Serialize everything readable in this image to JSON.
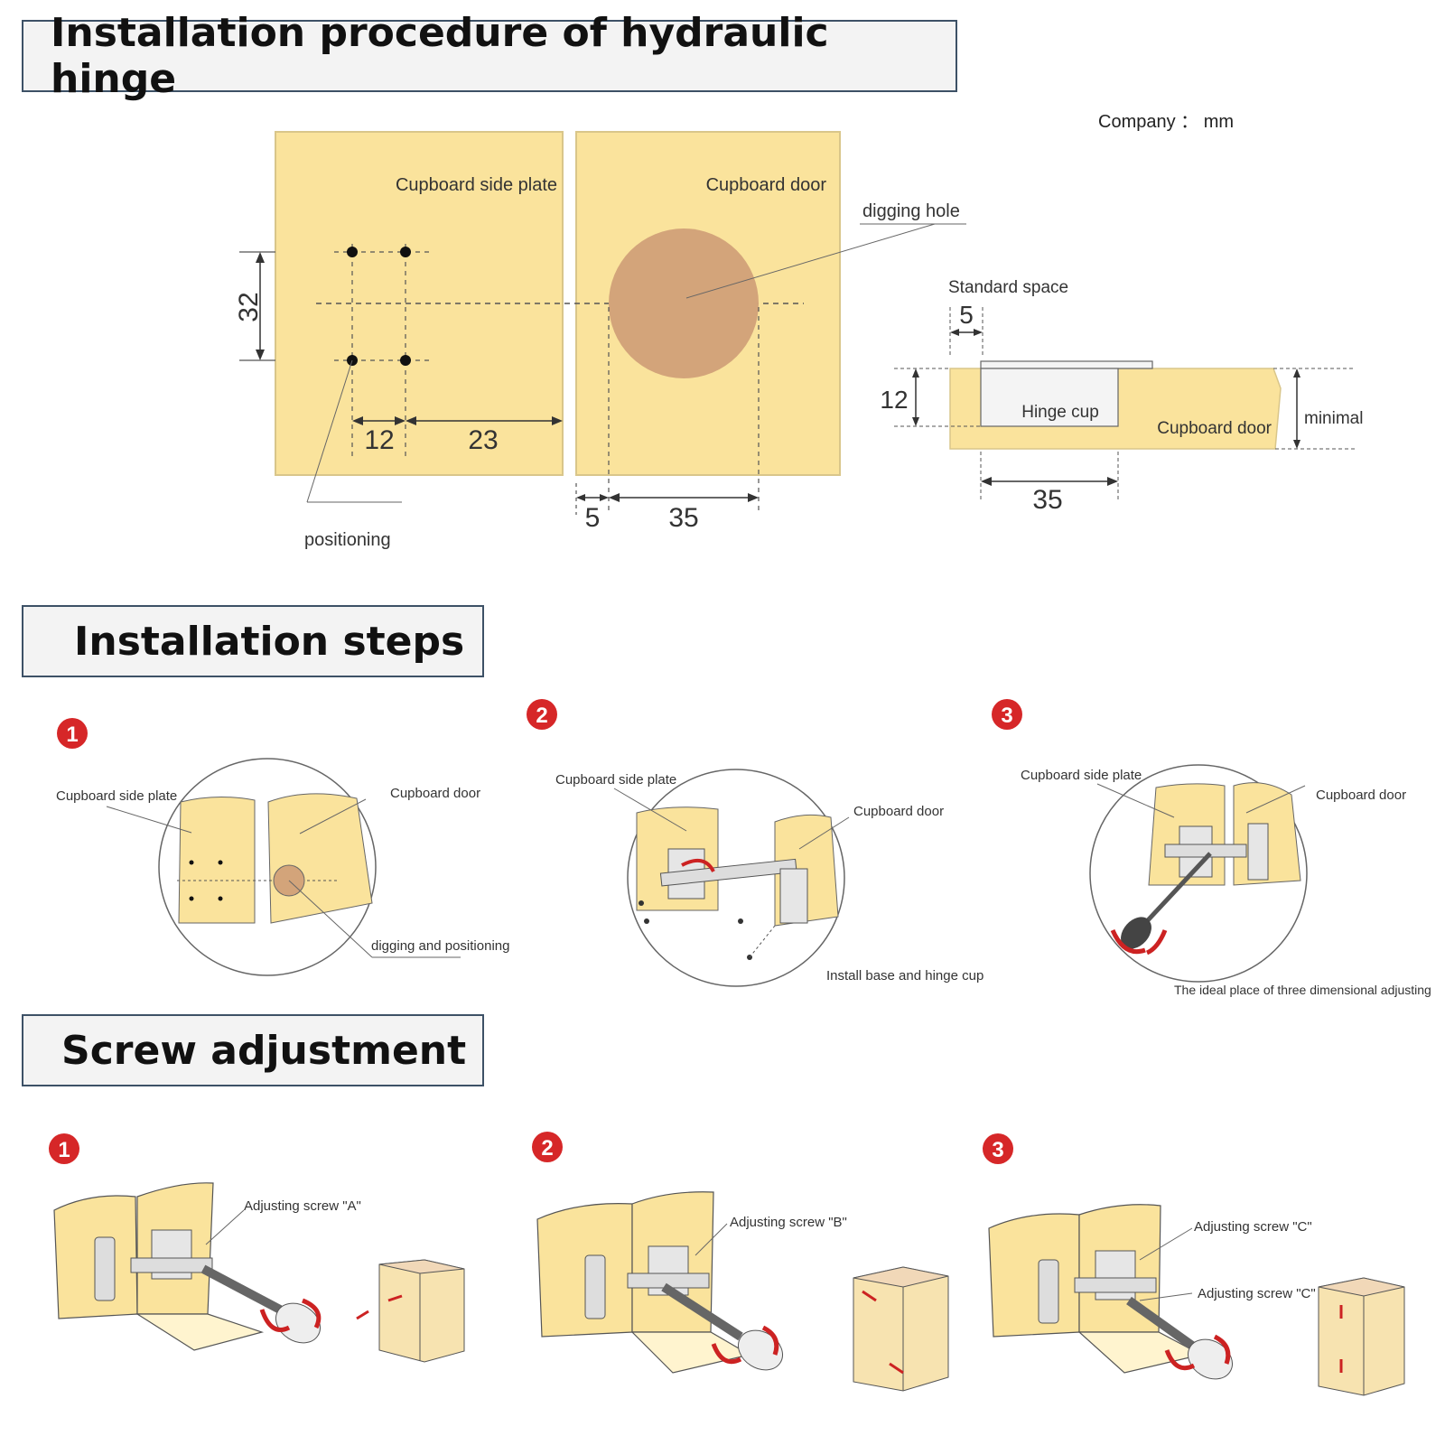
{
  "headings": {
    "procedure": "Installation procedure of hydraulic hinge",
    "steps": "Installation steps",
    "screw": "Screw adjustment"
  },
  "unit_label": "Company ： mm",
  "procedure_diagram": {
    "side_plate": "Cupboard side plate",
    "door": "Cupboard door",
    "digging_hole": "digging hole",
    "positioning": "positioning",
    "dim_32": "32",
    "dim_12": "12",
    "dim_23": "23",
    "dim_5": "5",
    "dim_35": "35"
  },
  "cross_section": {
    "standard_space": "Standard space",
    "dim_5": "5",
    "dim_12": "12",
    "hinge_cup": "Hinge cup",
    "door": "Cupboard door",
    "minimal": "minimal",
    "dim_35": "35"
  },
  "steps": [
    {
      "number": "1",
      "left_label": "Cupboard side plate",
      "right_label": "Cupboard door",
      "caption": "digging and positioning"
    },
    {
      "number": "2",
      "left_label": "Cupboard side plate",
      "right_label": "Cupboard door",
      "caption": "Install base and hinge cup"
    },
    {
      "number": "3",
      "left_label": "Cupboard side plate",
      "right_label": "Cupboard door",
      "caption": "The ideal place of three dimensional adjusting"
    }
  ],
  "screws": [
    {
      "number": "1",
      "labels": [
        "Adjusting screw \"A\""
      ]
    },
    {
      "number": "2",
      "labels": [
        "Adjusting screw \"B\""
      ]
    },
    {
      "number": "3",
      "labels": [
        "Adjusting screw \"C\"",
        "Adjusting screw \"C\""
      ]
    }
  ],
  "colors": {
    "wood": "#fae39c",
    "hole": "#d3a47a",
    "badge": "#d62728",
    "heading_border": "#3d5166",
    "arrow": "#cc2222"
  }
}
